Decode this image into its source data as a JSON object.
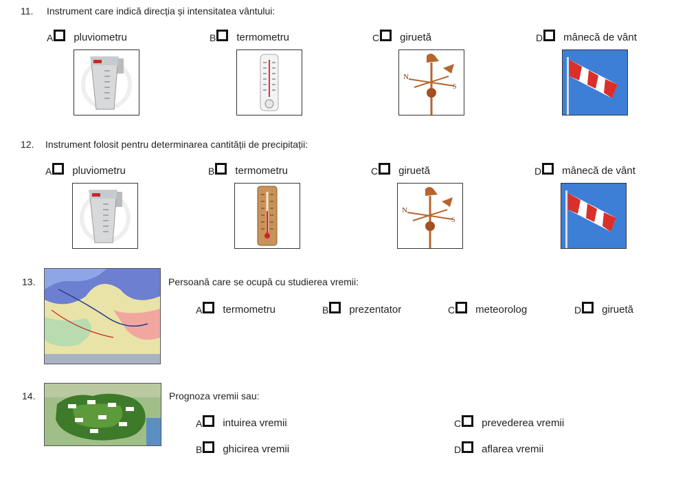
{
  "questions": [
    {
      "number": "11.",
      "text": "Instrument care indică direcția și intensitatea vântului:",
      "options": [
        {
          "letter": "A",
          "label": "pluviometru"
        },
        {
          "letter": "B",
          "label": "termometru"
        },
        {
          "letter": "C",
          "label": "giruetă"
        },
        {
          "letter": "D",
          "label": "mânecă de vânt"
        }
      ]
    },
    {
      "number": "12.",
      "text": "Instrument folosit pentru determinarea cantității de precipitații:",
      "options": [
        {
          "letter": "A",
          "label": "pluviometru"
        },
        {
          "letter": "B",
          "label": "termometru"
        },
        {
          "letter": "C",
          "label": "giruetă"
        },
        {
          "letter": "D",
          "label": "mânecă de vânt"
        }
      ]
    },
    {
      "number": "13.",
      "text": "Persoană care se ocupă cu studierea vremii:",
      "options": [
        {
          "letter": "A",
          "label": "termometru"
        },
        {
          "letter": "B",
          "label": "prezentator"
        },
        {
          "letter": "C",
          "label": "meteorolog"
        },
        {
          "letter": "D",
          "label": "giruetă"
        }
      ]
    },
    {
      "number": "14.",
      "text": "Prognoza vremii sau:",
      "options": [
        {
          "letter": "A",
          "label": "intuirea vremii"
        },
        {
          "letter": "B",
          "label": "ghicirea vremii"
        },
        {
          "letter": "C",
          "label": "prevederea vremii"
        },
        {
          "letter": "D",
          "label": "aflarea vremii"
        }
      ]
    }
  ],
  "icons": {
    "rain_gauge": "rain-gauge-icon",
    "thermometer": "thermometer-icon",
    "weather_vane": "weather-vane-icon",
    "windsock": "windsock-icon",
    "weather_map": "weather-map-image",
    "forecast_map": "forecast-map-image"
  },
  "colors": {
    "checkbox_border": "#111111",
    "windsock_red": "#d9302c",
    "sky_blue": "#3d7fd6",
    "copper": "#b5652e"
  }
}
